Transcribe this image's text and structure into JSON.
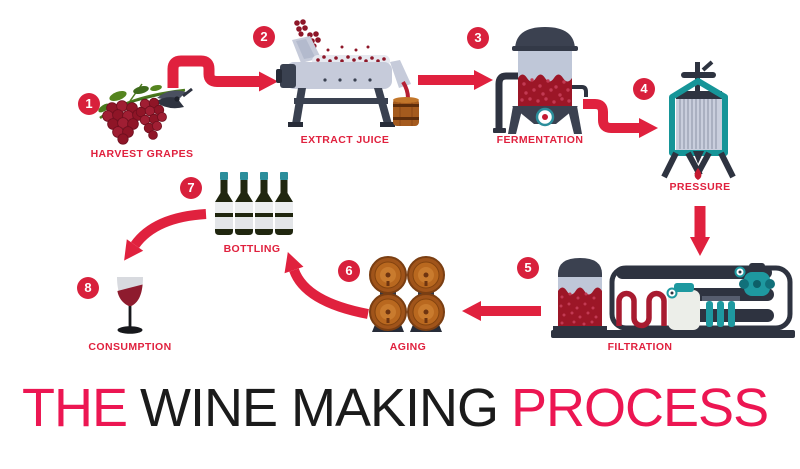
{
  "title": {
    "prefix": "THE",
    "middle": "WINE MAKING",
    "suffix": "PROCESS"
  },
  "steps": [
    {
      "number": "1",
      "label": "HARVEST GRAPES",
      "icon": "grapes-shears-icon"
    },
    {
      "number": "2",
      "label": "EXTRACT JUICE",
      "icon": "crusher-machine-icon"
    },
    {
      "number": "3",
      "label": "FERMENTATION",
      "icon": "fermentation-tank-icon"
    },
    {
      "number": "4",
      "label": "PRESSURE",
      "icon": "wine-press-icon"
    },
    {
      "number": "5",
      "label": "FILTRATION",
      "icon": "filtration-unit-icon"
    },
    {
      "number": "6",
      "label": "AGING",
      "icon": "oak-barrels-icon"
    },
    {
      "number": "7",
      "label": "BOTTLING",
      "icon": "wine-bottles-icon"
    },
    {
      "number": "8",
      "label": "CONSUMPTION",
      "icon": "wine-glass-icon"
    }
  ],
  "colors": {
    "accent_red": "#e0213e",
    "badge_red": "#d8203c",
    "title_pink": "#ec1652",
    "title_black": "#1b1b1b",
    "wine_red": "#9c1627",
    "teal": "#1e99a0",
    "slate_dark": "#3a4150",
    "steel_light": "#c6cbda",
    "barrel_brown": "#a55b1e"
  }
}
